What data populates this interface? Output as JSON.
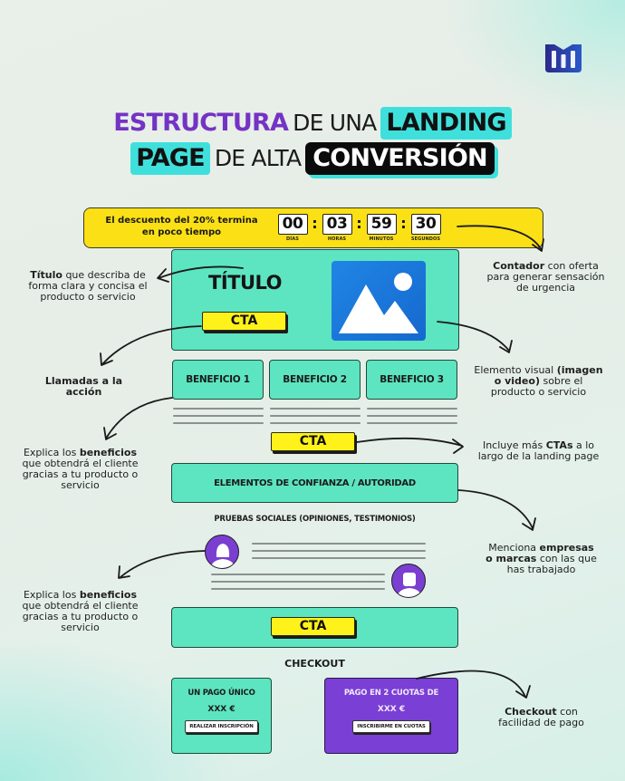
{
  "brand": {
    "logo_icon": "bar-chart-logo-icon",
    "logo_color": "#2b2a8a"
  },
  "header": {
    "title_parts": [
      {
        "text": "ESTRUCTURA",
        "style": "purple"
      },
      {
        "text": "DE UNA",
        "style": "thin"
      },
      {
        "text": "LANDING",
        "style": "teal-highlight"
      },
      {
        "text": "PAGE",
        "style": "teal-highlight"
      },
      {
        "text": "DE ALTA",
        "style": "thin"
      },
      {
        "text": "CONVERSIÓN",
        "style": "black-highlight"
      }
    ]
  },
  "countdown": {
    "message": "El descuento del 20% termina en poco tiempo",
    "units": [
      {
        "value": "00",
        "label": "DÍAS"
      },
      {
        "value": "03",
        "label": "HORAS"
      },
      {
        "value": "59",
        "label": "MINUTOS"
      },
      {
        "value": "30",
        "label": "SEGUNDOS"
      }
    ],
    "separator": ":"
  },
  "mockup": {
    "hero": {
      "title": "TÍTULO",
      "cta": "CTA",
      "image_icon": "image-placeholder-icon"
    },
    "benefits": [
      "BENEFICIO 1",
      "BENEFICIO 2",
      "BENEFICIO 3"
    ],
    "cta_middle": "CTA",
    "trust": "ELEMENTOS DE CONFIANZA / AUTORIDAD",
    "social_proof": "PRUEBAS SOCIALES (OPINIONES, TESTIMONIOS)",
    "testimonial_icons": [
      "female-avatar-icon",
      "male-avatar-icon"
    ],
    "cta_final": "CTA",
    "checkout": {
      "title": "CHECKOUT",
      "options": [
        {
          "title": "UN PAGO ÚNICO",
          "price": "XXX €",
          "button": "REALIZAR INSCRIPCIÓN"
        },
        {
          "title": "PAGO EN 2 CUOTAS DE",
          "price": "XXX €",
          "button": "INSCRIBIRME EN CUOTAS"
        }
      ]
    }
  },
  "annotations": {
    "title": {
      "bold": "Título",
      "rest": " que describa de forma clara  y concisa el producto o servicio"
    },
    "cta": {
      "text": "Llamadas a la acción"
    },
    "benefits_1": {
      "pre": "Explica los ",
      "bold": "beneficios",
      "rest": " que obtendrá el cliente gracias a tu producto o servicio"
    },
    "benefits_2": {
      "pre": "Explica los ",
      "bold": "beneficios",
      "rest": " que obtendrá el cliente gracias a tu producto o servicio"
    },
    "counter": {
      "bold": "Contador",
      "rest": " con oferta para generar sensación de urgencia"
    },
    "visual": {
      "pre": "Elemento visual ",
      "bold": "(imagen o  video)",
      "rest": " sobre el producto o servicio"
    },
    "ctas": {
      "pre": "Incluye más ",
      "bold": "CTAs",
      "rest": " a lo largo de la landing page"
    },
    "brands": {
      "pre": "Menciona ",
      "bold": "empresas o marcas",
      "rest": " con las que has trabajado"
    },
    "checkout": {
      "bold": "Checkout",
      "rest": " con facilidad de pago"
    }
  },
  "colors": {
    "teal": "#5ce5c0",
    "yellow": "#fbe016",
    "cta_yellow": "#fff21a",
    "purple": "#7a3fd4",
    "title_purple": "#7433c4",
    "highlight_teal": "#3fe0dc",
    "image_blue": "#1f86e4"
  }
}
